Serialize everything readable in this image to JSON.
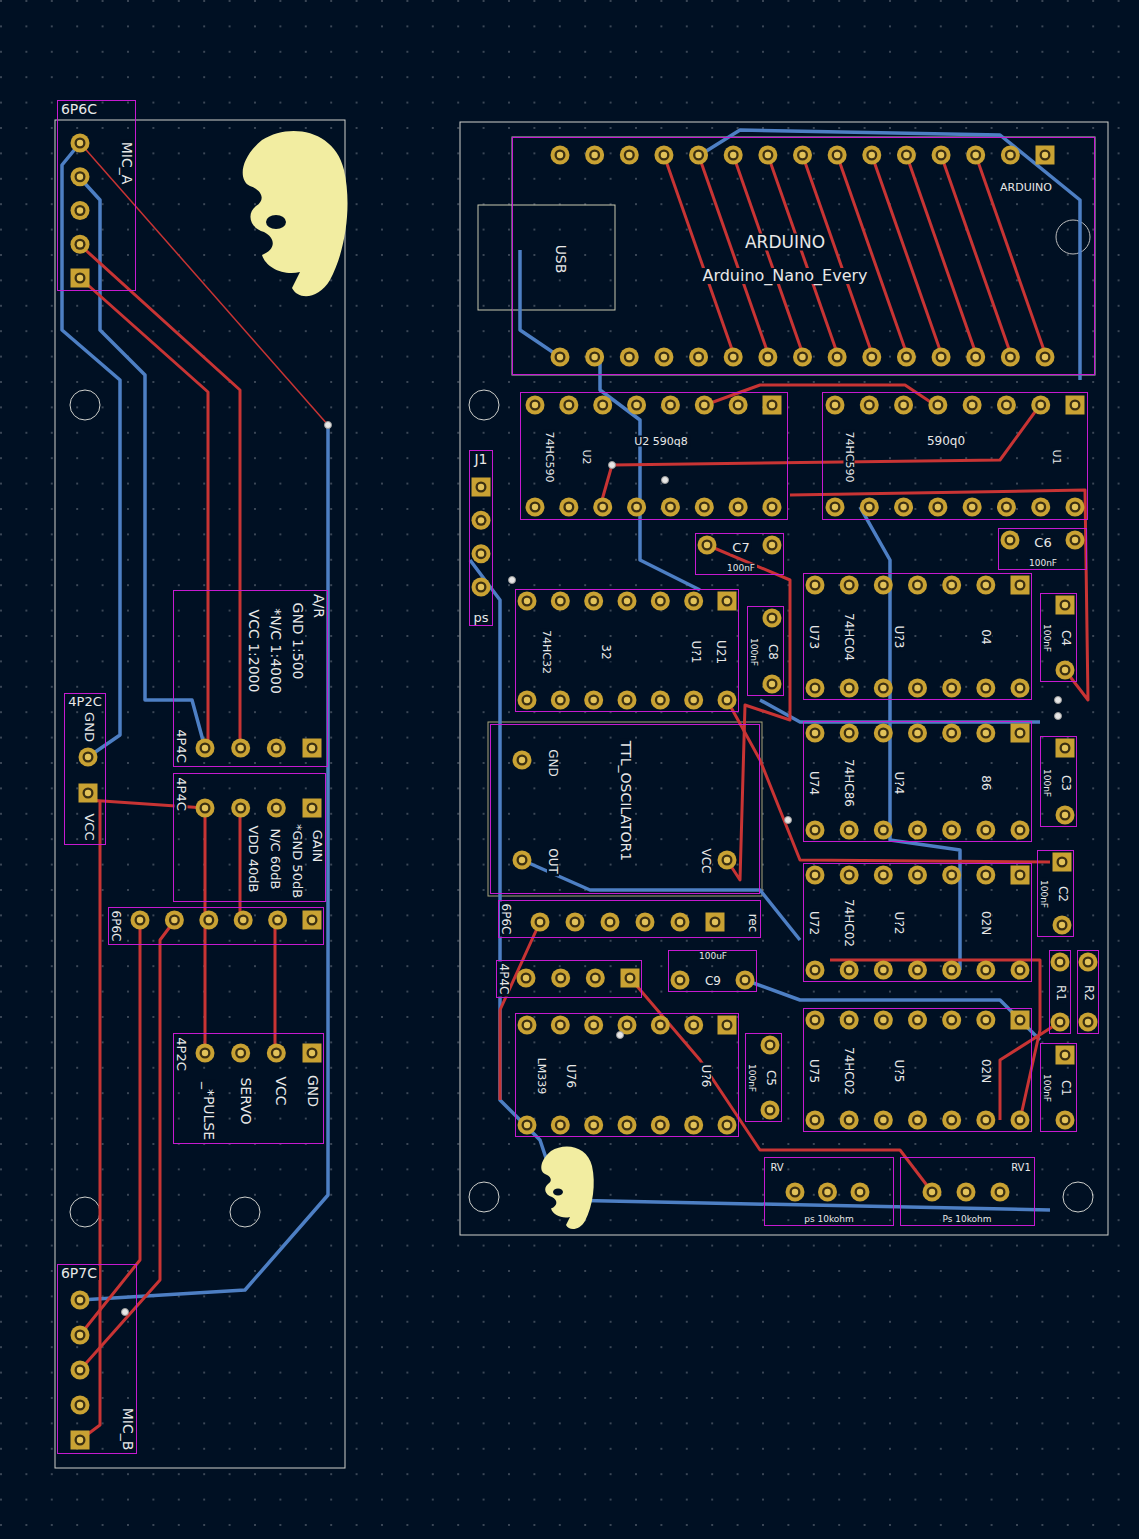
{
  "diagram": {
    "nodes": [
      {
        "text": [
          "6P6C",
          "MIC_A"
        ]
      },
      {
        "text": [
          "4P2C",
          "GND",
          "VCC"
        ]
      },
      {
        "text": [
          "4P4C",
          "A/R",
          "GND 1:500",
          "*N/C 1:4000",
          "VCC 1:2000"
        ]
      },
      {
        "text": [
          "4P4C",
          "GAIN",
          "*GND 50dB",
          "N/C 60dB",
          "VDD 40dB"
        ]
      },
      {
        "text": [
          "6P6C"
        ]
      },
      {
        "text": [
          "4P2C",
          "GND",
          "VCC",
          "SERVO",
          "_*PULSE"
        ]
      },
      {
        "text": [
          "6P7C",
          "MIC_B"
        ]
      },
      {
        "text": [
          "ARDUINO",
          "ARDUINO",
          "Arduino_Nano_Every",
          "USB"
        ]
      },
      {
        "text": [
          "74HC590",
          "U2",
          "U2 590q8"
        ]
      },
      {
        "text": [
          "74HC590",
          "U1",
          "590q0"
        ]
      },
      {
        "text": [
          "J1",
          "ps"
        ]
      },
      {
        "text": [
          "C7",
          "100nF"
        ]
      },
      {
        "text": [
          "C6",
          "100nF"
        ]
      },
      {
        "text": [
          "74HC32",
          "U21",
          "U?1",
          "32"
        ]
      },
      {
        "text": [
          "C8",
          "100nF"
        ]
      },
      {
        "text": [
          "U73",
          "74HC04",
          "U?3",
          "04"
        ]
      },
      {
        "text": [
          "C4",
          "100nF"
        ]
      },
      {
        "text": [
          "TTL_OSCILATOR1",
          "GND",
          "OUT",
          "VCC"
        ]
      },
      {
        "text": [
          "U74",
          "74HC86",
          "U?4",
          "86"
        ]
      },
      {
        "text": [
          "C3",
          "100nF"
        ]
      },
      {
        "text": [
          "rec",
          "6P6C"
        ]
      },
      {
        "text": [
          "4P4C"
        ]
      },
      {
        "text": [
          "C9",
          "100uF"
        ]
      },
      {
        "text": [
          "U72",
          "74HC02",
          "U?2",
          "02N"
        ]
      },
      {
        "text": [
          "C2",
          "100nF"
        ]
      },
      {
        "text": [
          "R2"
        ]
      },
      {
        "text": [
          "R1"
        ]
      },
      {
        "text": [
          "LM339",
          "U76",
          "U?6"
        ]
      },
      {
        "text": [
          "C5",
          "100nF"
        ]
      },
      {
        "text": [
          "U75",
          "74HC02",
          "U?5",
          "02N"
        ]
      },
      {
        "text": [
          "C1",
          "100nF"
        ]
      },
      {
        "text": [
          "RV",
          "ps 10kohm"
        ]
      },
      {
        "text": [
          "RV1",
          "Ps 10kohm"
        ]
      }
    ]
  }
}
